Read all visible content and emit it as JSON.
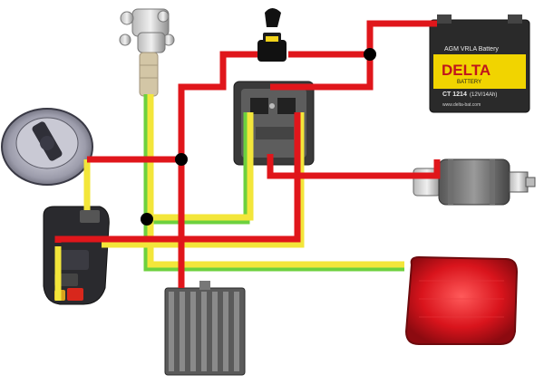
{
  "battery": {
    "top_label": "AGM VRLA Battery",
    "brand": "DELTA",
    "brand_sub": "BATTERY",
    "model": "CT 1214",
    "model_spec": "(12V/14Ah)",
    "website": "www.delta-bat.com"
  },
  "colors": {
    "wire_red": "#e0161b",
    "wire_yellow": "#f3e63a",
    "wire_green": "#6dd13e",
    "wire_red_yellow": "#e0161b",
    "battery_body": "#2a2a2a",
    "battery_label": "#f1d400",
    "tail_lamp": "#d0151d",
    "junction": "#000000"
  },
  "components": [
    {
      "name": "ignition-key-switch",
      "icon": "key-switch-icon"
    },
    {
      "name": "handlebar-switch",
      "icon": "switch-block-icon"
    },
    {
      "name": "rectifier-regulator",
      "icon": "heatsink-icon"
    },
    {
      "name": "starter-relay",
      "icon": "relay-icon"
    },
    {
      "name": "inline-fuse",
      "icon": "fuse-icon"
    },
    {
      "name": "battery",
      "icon": "battery-icon"
    },
    {
      "name": "starter-motor",
      "icon": "motor-icon"
    },
    {
      "name": "tail-lamp",
      "icon": "lamp-icon"
    },
    {
      "name": "stator-connector",
      "icon": "connector-icon"
    }
  ]
}
